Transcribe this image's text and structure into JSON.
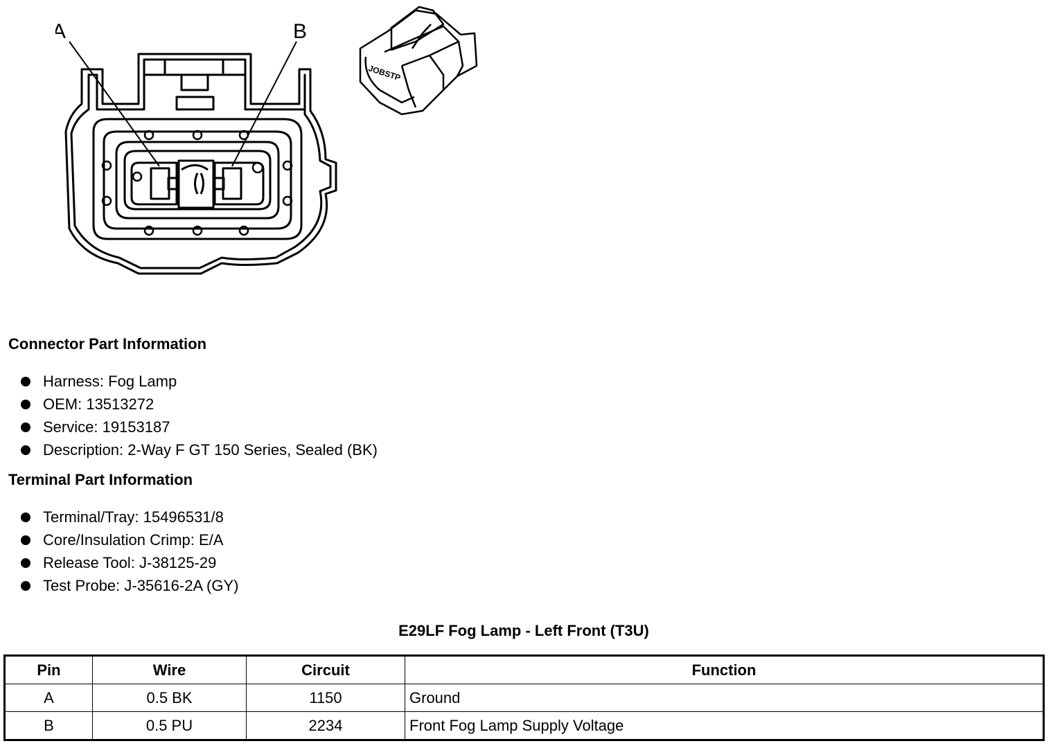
{
  "diagram": {
    "label_a": "A",
    "label_b": "B",
    "connector_marking": "JOBSTP"
  },
  "connector_info": {
    "heading": "Connector Part Information",
    "items": [
      "Harness: Fog Lamp",
      "OEM: 13513272",
      "Service: 19153187",
      "Description: 2-Way F GT 150 Series, Sealed (BK)"
    ]
  },
  "terminal_info": {
    "heading": "Terminal Part Information",
    "items": [
      "Terminal/Tray: 15496531/8",
      "Core/Insulation Crimp: E/A",
      "Release Tool: J-38125-29",
      "Test Probe: J-35616-2A (GY)"
    ]
  },
  "table": {
    "title": "E29LF Fog Lamp - Left Front (T3U)",
    "headers": {
      "pin": "Pin",
      "wire": "Wire",
      "circuit": "Circuit",
      "function": "Function"
    },
    "rows": [
      {
        "pin": "A",
        "wire": "0.5 BK",
        "circuit": "1150",
        "function": "Ground"
      },
      {
        "pin": "B",
        "wire": "0.5 PU",
        "circuit": "2234",
        "function": "Front Fog Lamp Supply Voltage"
      }
    ]
  }
}
